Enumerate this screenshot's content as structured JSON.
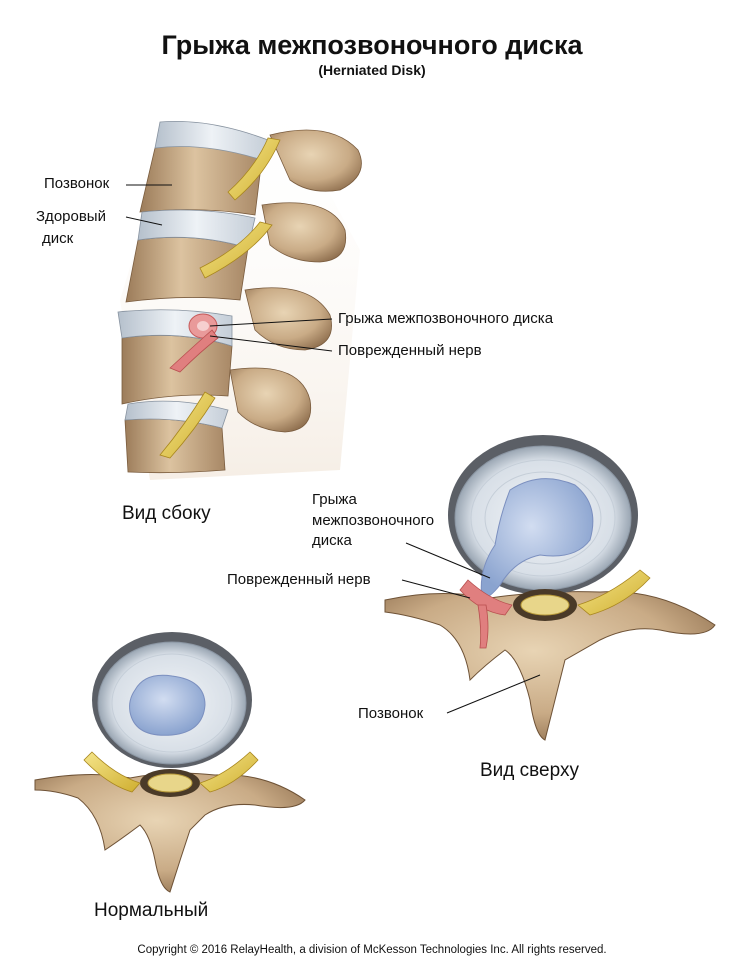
{
  "title": "Грыжа межпозвоночного диска",
  "subtitle": "(Herniated Disk)",
  "side_view": {
    "caption": "Вид сбоку",
    "label_vertebra": "Позвонок",
    "label_healthy_disc_line1": "Здоровый",
    "label_healthy_disc_line2": "диск",
    "label_herniated": "Грыжа межпозвоночного диска",
    "label_nerve": "Поврежденный нерв"
  },
  "top_view": {
    "caption": "Вид сверху",
    "label_herniated_line1": "Грыжа",
    "label_herniated_line2": "межпозвоночного",
    "label_herniated_line3": "диска",
    "label_nerve": "Поврежденный нерв",
    "label_vertebra": "Позвонок"
  },
  "normal_view": {
    "caption": "Нормальный"
  },
  "copyright": "Copyright © 2016 RelayHealth, a division of McKesson Technologies Inc. All rights reserved.",
  "colors": {
    "bone": "#c9ab86",
    "bone_dark": "#8a6a4a",
    "disc": "#dfe6ee",
    "nucleus": "#a9bde0",
    "nerve": "#e6cc55",
    "nerve_damaged": "#d86c6c"
  }
}
